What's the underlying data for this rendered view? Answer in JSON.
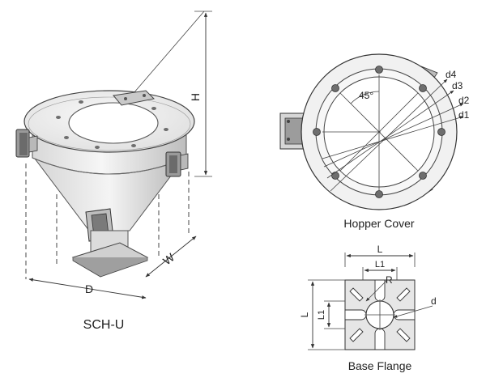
{
  "labels": {
    "height": "H",
    "depth": "D",
    "width": "W",
    "model": "SCH-U",
    "angle": "45°",
    "d1": "d1",
    "d2": "d2",
    "d3": "d3",
    "d4": "d4",
    "hopper_cover": "Hopper Cover",
    "flange_L_top": "L",
    "flange_L1_top": "L1",
    "flange_R": "R",
    "flange_d": "d",
    "flange_L_side": "L",
    "flange_L1_side": "L1",
    "base_flange": "Base Flange"
  },
  "colors": {
    "line": "#333333",
    "metal_light": "#f2f2f2",
    "metal_mid": "#cfcfcf",
    "metal_dark": "#8a8a8a",
    "bolt": "#6e6e6e"
  }
}
